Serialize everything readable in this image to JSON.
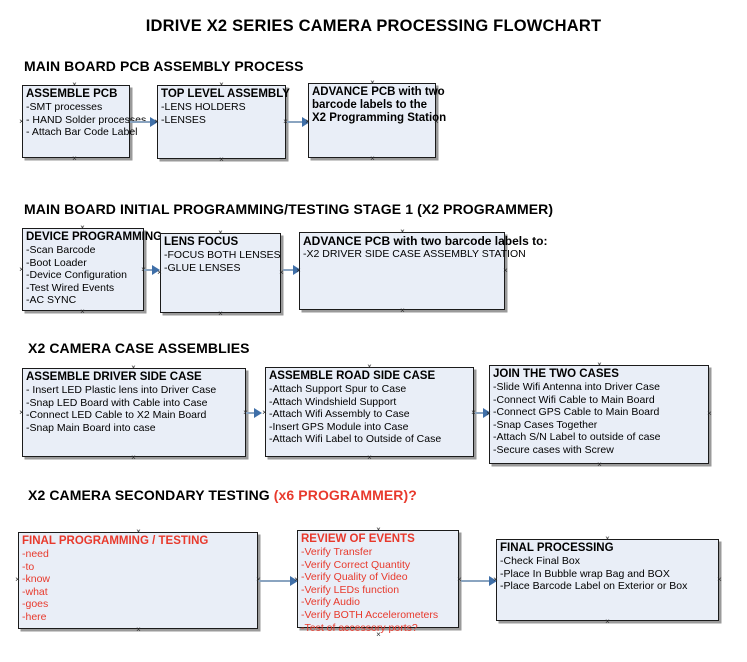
{
  "document": {
    "title": "IDRIVE X2  SERIES CAMERA PROCESSING FLOWCHART"
  },
  "sections": [
    {
      "heading": "MAIN BOARD PCB ASSEMBLY PROCESS",
      "heading_red": "",
      "boxes": [
        {
          "title": "ASSEMBLE PCB",
          "lines": [
            "-SMT processes",
            "- HAND Solder processes",
            "- Attach Bar Code Label"
          ],
          "color": "black"
        },
        {
          "title": "TOP LEVEL ASSEMBLY",
          "lines": [
            "-LENS HOLDERS",
            "-LENSES"
          ],
          "color": "black"
        },
        {
          "title": "ADVANCE PCB with two",
          "lines": [
            "barcode labels to the",
            " X2 Programming Station"
          ],
          "color": "black"
        }
      ]
    },
    {
      "heading": "MAIN BOARD INITIAL PROGRAMMING/TESTING STAGE 1 (X2 PROGRAMMER)",
      "heading_red": "",
      "boxes": [
        {
          "title": "DEVICE PROGRAMMING",
          "lines": [
            "-Scan Barcode",
            "-Boot Loader",
            "-Device Configuration",
            "-Test Wired Events",
            "-AC SYNC"
          ],
          "color": "black"
        },
        {
          "title": "LENS FOCUS",
          "lines": [
            "-FOCUS BOTH LENSES",
            "-GLUE LENSES"
          ],
          "color": "black"
        },
        {
          "title": "ADVANCE PCB with two barcode labels to:",
          "lines": [
            "-X2 DRIVER  SIDE  CASE  ASSEMBLY STATION"
          ],
          "color": "black"
        }
      ]
    },
    {
      "heading": "X2 CAMERA CASE ASSEMBLIES",
      "heading_red": "",
      "boxes": [
        {
          "title": "ASSEMBLE DRIVER SIDE CASE",
          "lines": [
            "- Insert LED Plastic lens into Driver Case",
            "-Snap LED Board with Cable into Case",
            "-Connect LED Cable to X2 Main Board",
            "-Snap Main Board into case"
          ],
          "color": "black"
        },
        {
          "title": "ASSEMBLE ROAD SIDE CASE",
          "lines": [
            "-Attach Support Spur to Case",
            "-Attach Windshield Support",
            "-Attach Wifi Assembly to Case",
            "-Insert GPS Module into Case",
            "-Attach Wifi Label to Outside of Case"
          ],
          "color": "black"
        },
        {
          "title": "JOIN THE TWO CASES",
          "lines": [
            "-Slide Wifi Antenna into Driver Case",
            "-Connect Wifi Cable to Main Board",
            "-Connect GPS Cable to Main Board",
            "-Snap Cases Together",
            "-Attach S/N Label to outside of case",
            "-Secure cases with Screw"
          ],
          "color": "black"
        }
      ]
    },
    {
      "heading": "X2 CAMERA SECONDARY TESTING ",
      "heading_red": "(x6 PROGRAMMER)?",
      "boxes": [
        {
          "title": "FINAL PROGRAMMING / TESTING",
          "lines": [
            "-need",
            "-to",
            "-know",
            "-what",
            "-goes",
            "-here"
          ],
          "color": "red"
        },
        {
          "title": "REVIEW OF EVENTS",
          "lines": [
            "-Verify Transfer",
            "-Verify Correct Quantity",
            "-Verify Quality of Video",
            "-Verify LEDs function",
            "-Verify Audio",
            "-Verify BOTH Accelerometers",
            "-Test of accessory ports?"
          ],
          "color": "red"
        },
        {
          "title": "FINAL PROCESSING",
          "lines": [
            " -Check Final Box",
            "-Place In Bubble wrap Bag and BOX",
            "-Place Barcode Label on Exterior or Box"
          ],
          "color": "black"
        }
      ]
    }
  ],
  "colors": {
    "box_fill": "#e9eef7",
    "box_border": "#1b1b1b",
    "box_shadow": "#9a9a9a",
    "connector": "#8aa4c0",
    "arrow": "#3f6fa8",
    "red_text": "#e8392c",
    "text": "#000000"
  }
}
